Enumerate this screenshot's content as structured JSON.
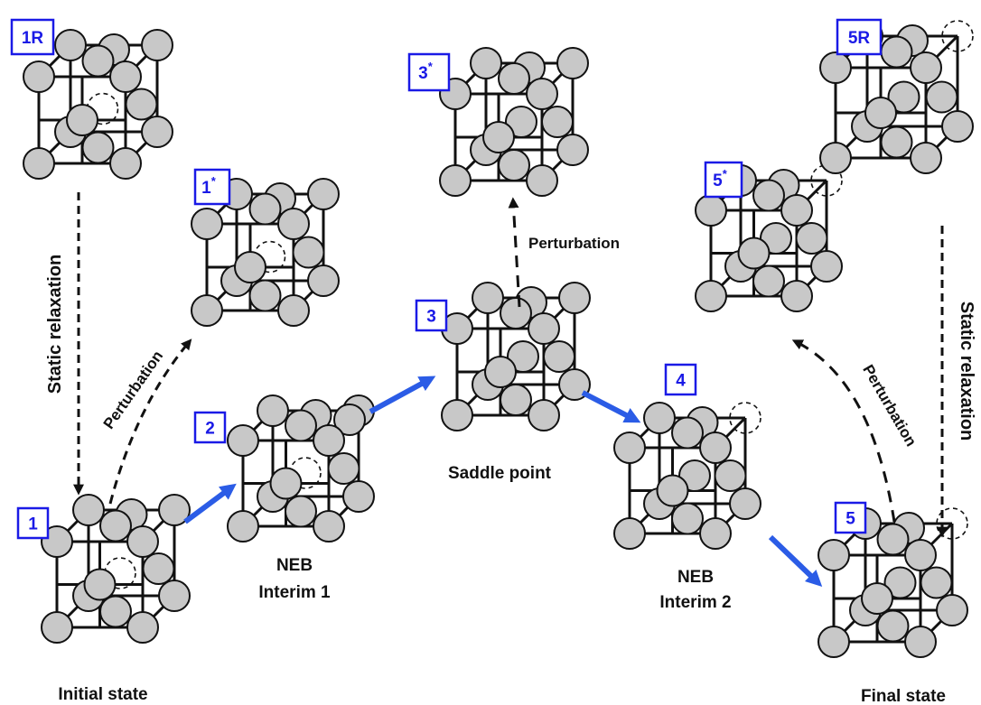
{
  "colors": {
    "accent_blue": "#1a1ae6",
    "arrow_blue": "#2b5ce6",
    "atom_fill": "#c8c8c8",
    "line": "#111111"
  },
  "states": [
    {
      "id": "1R",
      "label": "1R",
      "marker": ""
    },
    {
      "id": "1",
      "label": "1",
      "marker": ""
    },
    {
      "id": "1star",
      "label": "1",
      "marker": "*"
    },
    {
      "id": "2",
      "label": "2",
      "marker": ""
    },
    {
      "id": "3",
      "label": "3",
      "marker": ""
    },
    {
      "id": "3star",
      "label": "3",
      "marker": "*"
    },
    {
      "id": "4",
      "label": "4",
      "marker": ""
    },
    {
      "id": "5",
      "label": "5",
      "marker": ""
    },
    {
      "id": "5star",
      "label": "5",
      "marker": "*"
    },
    {
      "id": "5R",
      "label": "5R",
      "marker": ""
    }
  ],
  "captions": {
    "initial": "Initial state",
    "neb1_line1": "NEB",
    "neb1_line2": "Interim 1",
    "saddle": "Saddle point",
    "neb2_line1": "NEB",
    "neb2_line2": "Interim 2",
    "final": "Final state"
  },
  "arrow_labels": {
    "static_left": "Static relaxation",
    "static_right": "Static relaxation",
    "perturb_1": "Perturbation",
    "perturb_3": "Perturbation",
    "perturb_5": "Perturbation"
  }
}
